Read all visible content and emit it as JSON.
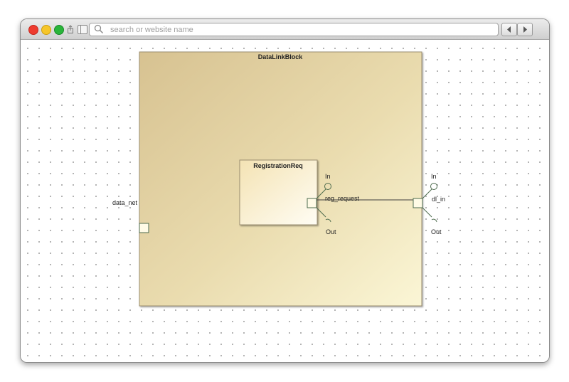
{
  "browser": {
    "url_placeholder": "search or website name",
    "icons": [
      "close-light",
      "minimize-light",
      "zoom-light",
      "share-icon",
      "sidebar-icon",
      "search-icon",
      "back-arrow-icon",
      "forward-arrow-icon"
    ]
  },
  "diagram": {
    "block": {
      "name": "DataLinkBlock"
    },
    "part": {
      "name": "RegistrationReq"
    },
    "ports": {
      "block_left": "data_net",
      "block_right": "dl_in",
      "part_right": "reg_request"
    },
    "interfaces": {
      "part_provided": "In",
      "part_required": "Out",
      "block_provided": "In",
      "block_required": "Out"
    },
    "colors": {
      "block_fill_start": "#dcc8a0",
      "block_fill_end": "#fbf7d8",
      "connector": "#3d5a3d",
      "port_border": "#3d5a3d"
    }
  }
}
